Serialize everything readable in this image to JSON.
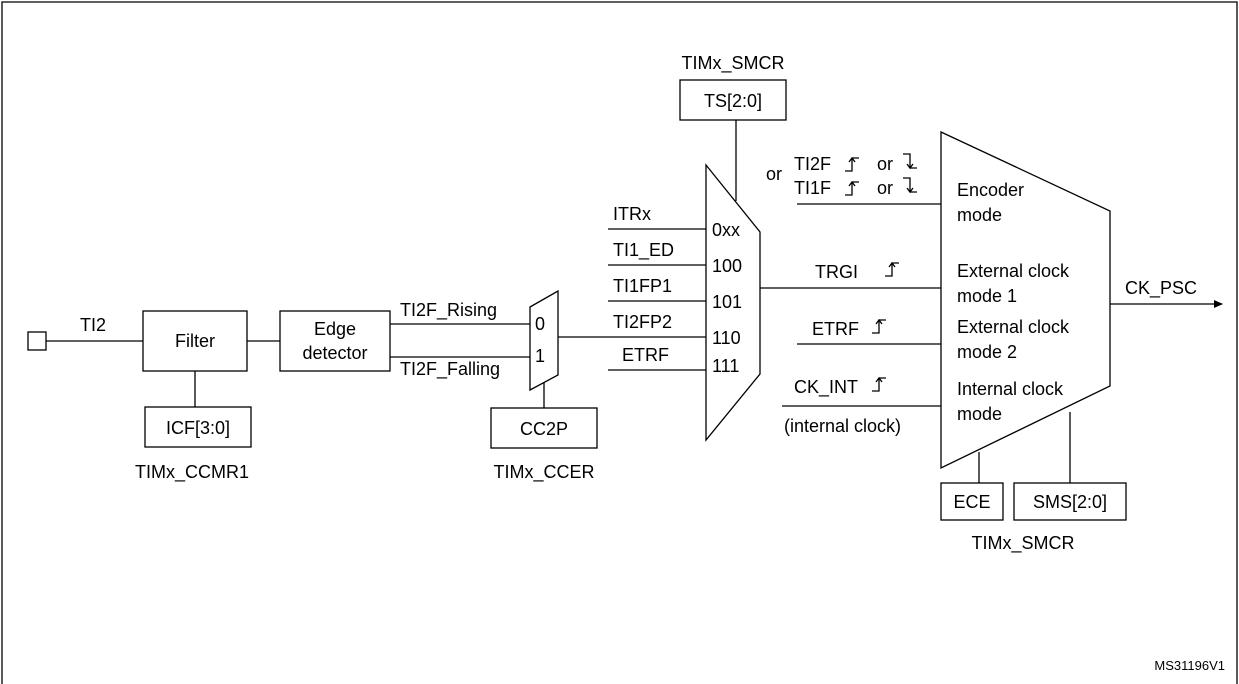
{
  "input": {
    "pin_label": "TI2"
  },
  "filter": {
    "label": "Filter",
    "control": "ICF[3:0]",
    "register": "TIMx_CCMR1"
  },
  "edge_detector": {
    "label_line1": "Edge",
    "label_line2": "detector",
    "rising": "TI2F_Rising",
    "falling": "TI2F_Falling"
  },
  "polarity_mux": {
    "input0": "0",
    "input1": "1",
    "control": "CC2P",
    "register": "TIMx_CCER"
  },
  "trigger_mux": {
    "register": "TIMx_SMCR",
    "control": "TS[2:0]",
    "inputs": [
      {
        "signal": "ITRx",
        "code": "0xx"
      },
      {
        "signal": "TI1_ED",
        "code": "100"
      },
      {
        "signal": "TI1FP1",
        "code": "101"
      },
      {
        "signal": "TI2FP2",
        "code": "110"
      },
      {
        "signal": "ETRF",
        "code": "111"
      }
    ]
  },
  "mode_inputs": {
    "or_prefix": "or",
    "ti2f": "TI2F",
    "ti1f": "TI1F",
    "or_word": "or",
    "trgi": "TRGI",
    "etrf": "ETRF",
    "ck_int": "CK_INT",
    "ck_int_note": "(internal clock)"
  },
  "mode_mux": {
    "modes": [
      {
        "line1": "Encoder",
        "line2": "mode"
      },
      {
        "line1": "External clock",
        "line2": "mode 1"
      },
      {
        "line1": "External clock",
        "line2": "mode 2"
      },
      {
        "line1": "Internal clock",
        "line2": "mode"
      }
    ],
    "output": "CK_PSC",
    "control_ece": "ECE",
    "control_sms": "SMS[2:0]",
    "register": "TIMx_SMCR"
  },
  "footer_id": "MS31196V1"
}
